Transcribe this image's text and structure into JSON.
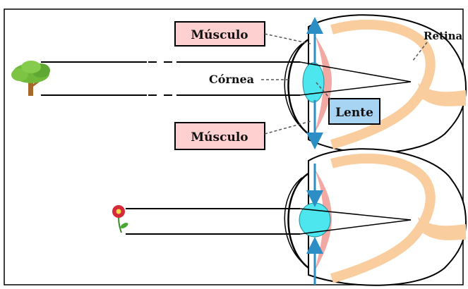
{
  "labels": {
    "muscle_top": "Músculo",
    "muscle_bottom": "Músculo",
    "cornea": "Córnea",
    "lens": "Lente",
    "retina": "Retina"
  },
  "colors": {
    "muscle_box": "#ffd0d0",
    "lens_box": "#a8d4f4",
    "lens": "#4de6ee",
    "retina": "#f9cd9d",
    "muscle_tissue": "#f2a9a3",
    "arrow": "#2b8fc6",
    "tree_canopy": "#6fb83a",
    "tree_trunk": "#a56a2a",
    "flower": "#d42a3a"
  },
  "icons": [
    "tree-icon",
    "flower-icon"
  ]
}
